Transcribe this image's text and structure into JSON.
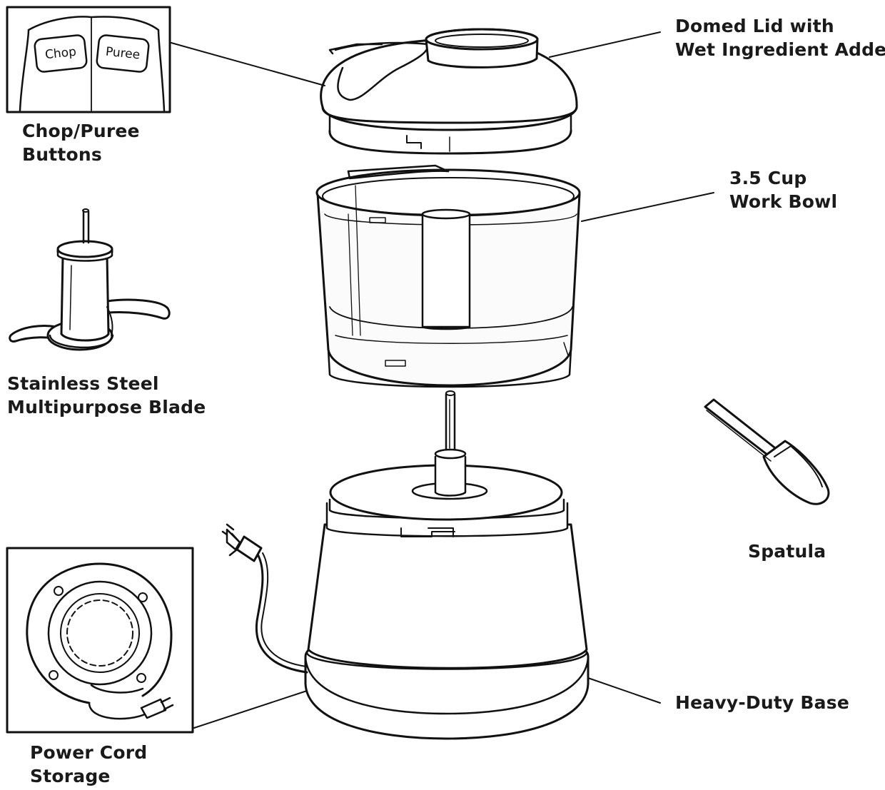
{
  "colors": {
    "stroke": "#111111",
    "fill": "#ffffff",
    "bowl_tint": "#f4f4f4"
  },
  "labels": {
    "lid": [
      "Domed Lid with",
      "Wet Ingredient Adder"
    ],
    "bowl": [
      "3.5 Cup",
      "Work Bowl"
    ],
    "buttons": [
      "Chop/Puree",
      "Buttons"
    ],
    "blade": [
      "Stainless Steel",
      "Multipurpose Blade"
    ],
    "spatula": [
      "Spatula"
    ],
    "base": [
      "Heavy-Duty Base"
    ],
    "cord": [
      "Power Cord",
      "Storage"
    ]
  },
  "button_panel": {
    "chop": "Chop",
    "puree": "Puree"
  }
}
